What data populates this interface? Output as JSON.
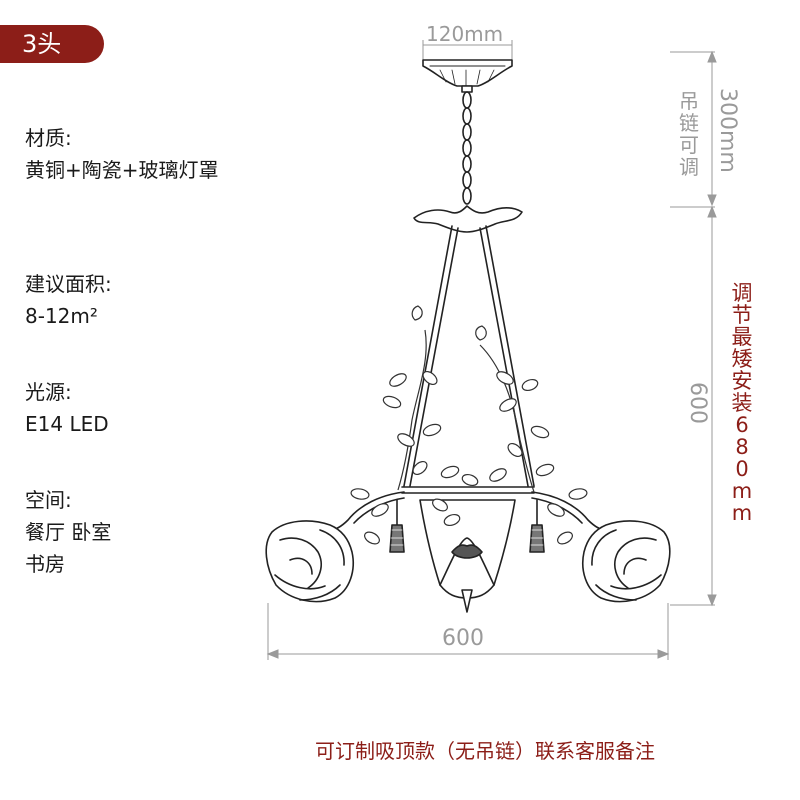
{
  "badge": "3头",
  "specs": {
    "material_label": "材质:",
    "material_value": "黄铜+陶瓷+玻璃灯罩",
    "area_label": "建议面积:",
    "area_value": "8-12m²",
    "light_label": "光源:",
    "light_value": "E14 LED",
    "space_label": "空间:",
    "space_value_1": "餐厅 卧室",
    "space_value_2": "书房"
  },
  "dimensions": {
    "canopy_width": "120mm",
    "chain_note": "吊链可调",
    "chain_length": "300mm",
    "body_height": "600",
    "body_width": "600",
    "min_install": "调节最矮安装680mm"
  },
  "footer_note": "可订制吸顶款（无吊链）联系客服备注",
  "colors": {
    "accent": "#8c1e18",
    "dimension_grey": "#9a9a9a"
  }
}
